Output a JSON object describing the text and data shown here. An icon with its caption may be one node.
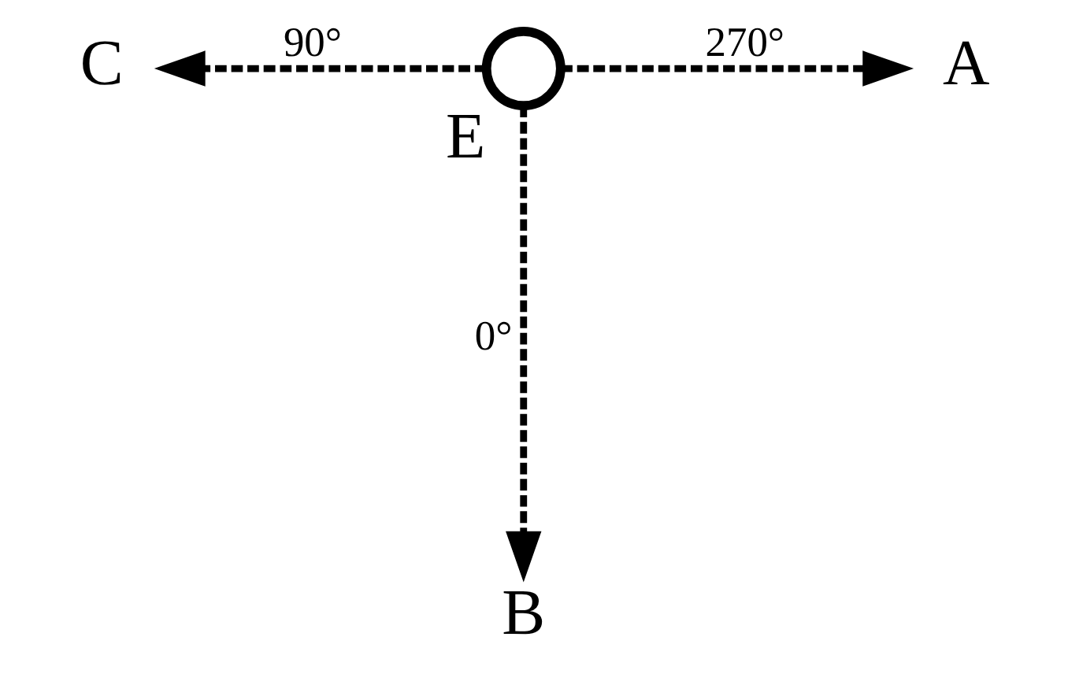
{
  "diagram": {
    "nodes": [
      {
        "text": [
          "B"
        ]
      },
      {
        "text": [
          "C"
        ]
      },
      {
        "text": [],
        "shape": "circle",
        "beside": [
          "E"
        ]
      },
      {
        "text": [
          "A"
        ]
      }
    ],
    "edges": [
      {
        "from": 2,
        "to": 0,
        "arrow": "to",
        "label": "0°",
        "style": "dashed"
      },
      {
        "from": 2,
        "to": 1,
        "arrow": "to",
        "label": "90°",
        "style": "dashed"
      },
      {
        "from": 2,
        "to": 3,
        "arrow": "to",
        "label": "270°",
        "style": "dashed"
      }
    ]
  }
}
